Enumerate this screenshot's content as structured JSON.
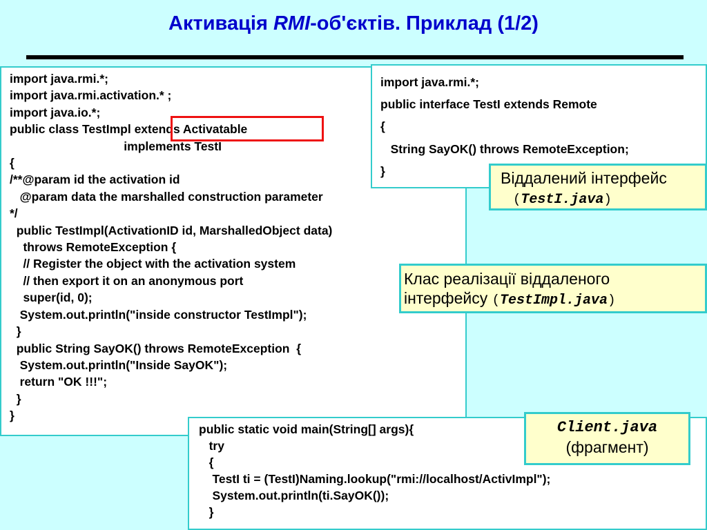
{
  "title": {
    "part1": "Активація ",
    "italic": "RMI",
    "part2": "-об'єктів.  Приклад (1/2)"
  },
  "impl_code": {
    "lines": [
      "import java.rmi.*;",
      "import java.rmi.activation.* ;",
      "import java.io.*;",
      "public class TestImpl extends Activatable",
      "                                  implements TestI",
      "{",
      "/**@param id the activation id",
      "   @param data the marshalled construction parameter",
      "*/",
      "  public TestImpl(ActivationID id, MarshalledObject data)",
      "    throws RemoteException {",
      "    // Register the object with the activation system",
      "    // then export it on an anonymous port",
      "    super(id, 0);",
      "   System.out.println(\"inside constructor TestImpl\");",
      "  }",
      "  public String SayOK() throws RemoteException  {",
      "   System.out.println(\"Inside SayOK\");",
      "   return \"OK !!!\";",
      "  }",
      "}"
    ]
  },
  "iface_code": {
    "lines": [
      "import java.rmi.*;",
      "public interface TestI extends Remote",
      "{",
      "   String SayOK() throws RemoteException;",
      "}"
    ]
  },
  "client_code": {
    "lines": [
      "public static void main(String[] args){",
      "   try",
      "   {",
      "    TestI ti = (TestI)Naming.lookup(\"rmi://localhost/ActivImpl\");",
      "    System.out.println(ti.SayOK());",
      "   }"
    ]
  },
  "callouts": {
    "iface": {
      "text": "Віддалений інтерфейс",
      "open": "(",
      "file": "TestI.java",
      "close": ")"
    },
    "impl": {
      "line1": "Клас реалізації віддаленого",
      "line2_text": "інтерфейсу ",
      "open": "(",
      "file": "TestImpl.java",
      "close": ")"
    },
    "client": {
      "file": "Client.java",
      "note": "(фрагмент)"
    }
  },
  "colors": {
    "background": "#ccffff",
    "title": "#0000cc",
    "box_border": "#33cccc",
    "callout_fill": "#ffffcc",
    "highlight": "#ee1111"
  }
}
